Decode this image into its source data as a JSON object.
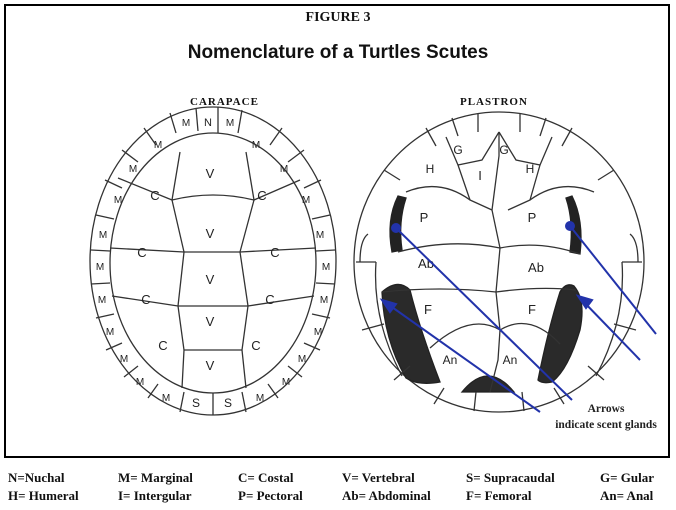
{
  "figure_label": "FIGURE 3",
  "title": "Nomenclature of a Turtles Scutes",
  "carapace": {
    "label": "CARAPACE",
    "scute_labels": {
      "nuchal": "N",
      "marginal": "M",
      "vertebral": "V",
      "costal": "C",
      "supracaudal": "S"
    }
  },
  "plastron": {
    "label": "PLASTRON",
    "scute_labels": {
      "gular": "G",
      "intergular": "I",
      "humeral": "H",
      "pectoral": "P",
      "abdominal": "Ab",
      "femoral": "F",
      "anal": "An"
    }
  },
  "arrow_note": {
    "line1": "Arrows",
    "line2": "indicate scent glands"
  },
  "legend": {
    "row1": [
      "N=Nuchal",
      "M= Marginal",
      "C= Costal",
      "V= Vertebral",
      "S= Supracaudal",
      "G= Gular"
    ],
    "row2": [
      "H= Humeral",
      "I= Intergular",
      "P= Pectoral",
      "Ab= Abdominal",
      "F= Femoral",
      "An= Anal"
    ]
  },
  "colors": {
    "arrow": "#2233aa",
    "gland": "#222222",
    "outline": "#333333"
  }
}
